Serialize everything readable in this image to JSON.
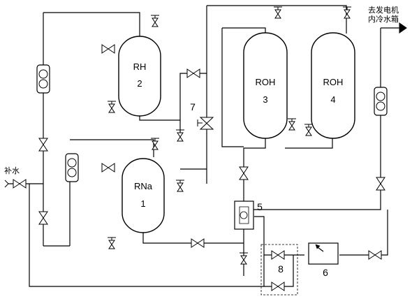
{
  "labels": {
    "makeup_water": "补水",
    "outlet_line1": "去发电机",
    "outlet_line2": "内冷水箱",
    "rh_name": "RH",
    "rh_num": "2",
    "rna_name": "RNa",
    "rna_num": "1",
    "roh3_name": "ROH",
    "roh3_num": "3",
    "roh4_name": "ROH",
    "roh4_num": "4",
    "item5": "5",
    "item6": "6",
    "item7": "7",
    "item8": "8"
  },
  "icons": {
    "valve": "valve-icon",
    "flowmeter": "flowmeter-icon",
    "pressure_gauge": "gauge-icon",
    "arrow": "arrow-head-icon"
  }
}
